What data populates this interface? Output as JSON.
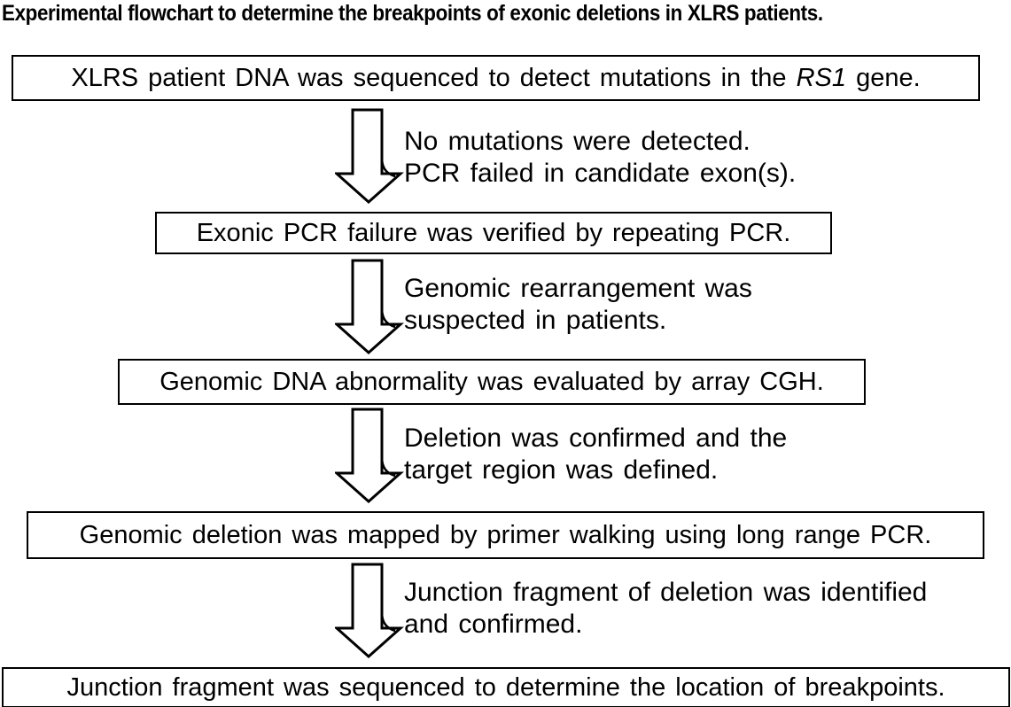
{
  "title": "Experimental flowchart to determine the breakpoints of exonic deletions in XLRS patients.",
  "flowchart": {
    "boxes": [
      {
        "pre": "XLRS patient DNA was sequenced to detect mutations in the ",
        "gene": "RS1",
        "post": " gene."
      },
      {
        "text": "Exonic PCR failure was verified by repeating PCR."
      },
      {
        "text": "Genomic DNA abnormality was evaluated by array CGH."
      },
      {
        "text": "Genomic deletion was mapped by primer walking using long range PCR."
      },
      {
        "text": "Junction fragment was sequenced to determine the location of breakpoints."
      }
    ],
    "arrows": [
      {
        "icon": "down-arrow-icon",
        "lines": [
          "No mutations were detected.",
          "PCR failed in candidate exon(s)."
        ]
      },
      {
        "icon": "down-arrow-icon",
        "lines": [
          "Genomic rearrangement was",
          "suspected in patients."
        ]
      },
      {
        "icon": "down-arrow-icon",
        "lines": [
          "Deletion was confirmed and the",
          "target region was defined."
        ]
      },
      {
        "icon": "down-arrow-icon",
        "lines": [
          "Junction fragment of deletion was identified",
          "and confirmed."
        ]
      }
    ],
    "colors": {
      "ink": "#000000",
      "background": "#ffffff"
    }
  }
}
